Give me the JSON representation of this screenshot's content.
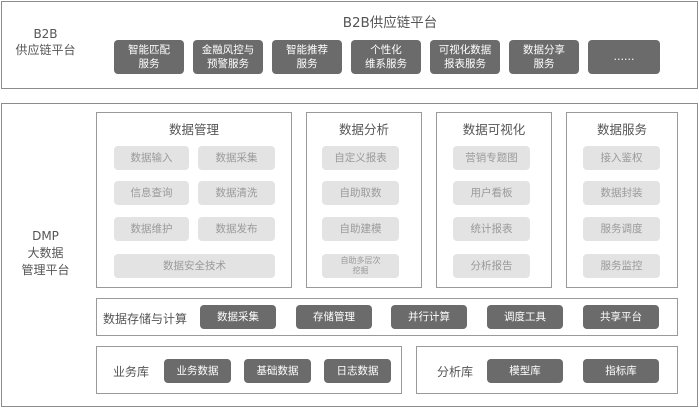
{
  "b2b": {
    "side_label": "B2B\n供应链平台",
    "title": "B2B供应链平台",
    "services": [
      "智能匹配\n服务",
      "金融风控与\n预警服务",
      "智能推荐\n服务",
      "个性化\n维系服务",
      "可视化数据\n报表服务",
      "数据分享\n服务",
      "……"
    ]
  },
  "dmp": {
    "side_label": "DMP\n大数据\n管理平台",
    "panels": [
      {
        "title": "数据管理",
        "items": [
          "数据输入",
          "数据采集",
          "信息查询",
          "数据清洗",
          "数据维护",
          "数据发布",
          "数据安全技术"
        ]
      },
      {
        "title": "数据分析",
        "items": [
          "自定义报表",
          "自助取数",
          "自助建模",
          "自助多层次\n挖掘"
        ]
      },
      {
        "title": "数据可视化",
        "items": [
          "营销专题图",
          "用户看板",
          "统计报表",
          "分析报告"
        ]
      },
      {
        "title": "数据服务",
        "items": [
          "接入鉴权",
          "数据封装",
          "服务调度",
          "服务监控"
        ]
      }
    ],
    "storage": {
      "label": "数据存储与计算",
      "items": [
        "数据采集",
        "存储管理",
        "并行计算",
        "调度工具",
        "共享平台"
      ]
    },
    "business_db": {
      "label": "业务库",
      "items": [
        "业务数据",
        "基础数据",
        "日志数据"
      ]
    },
    "analysis_db": {
      "label": "分析库",
      "items": [
        "模型库",
        "指标库"
      ]
    }
  }
}
